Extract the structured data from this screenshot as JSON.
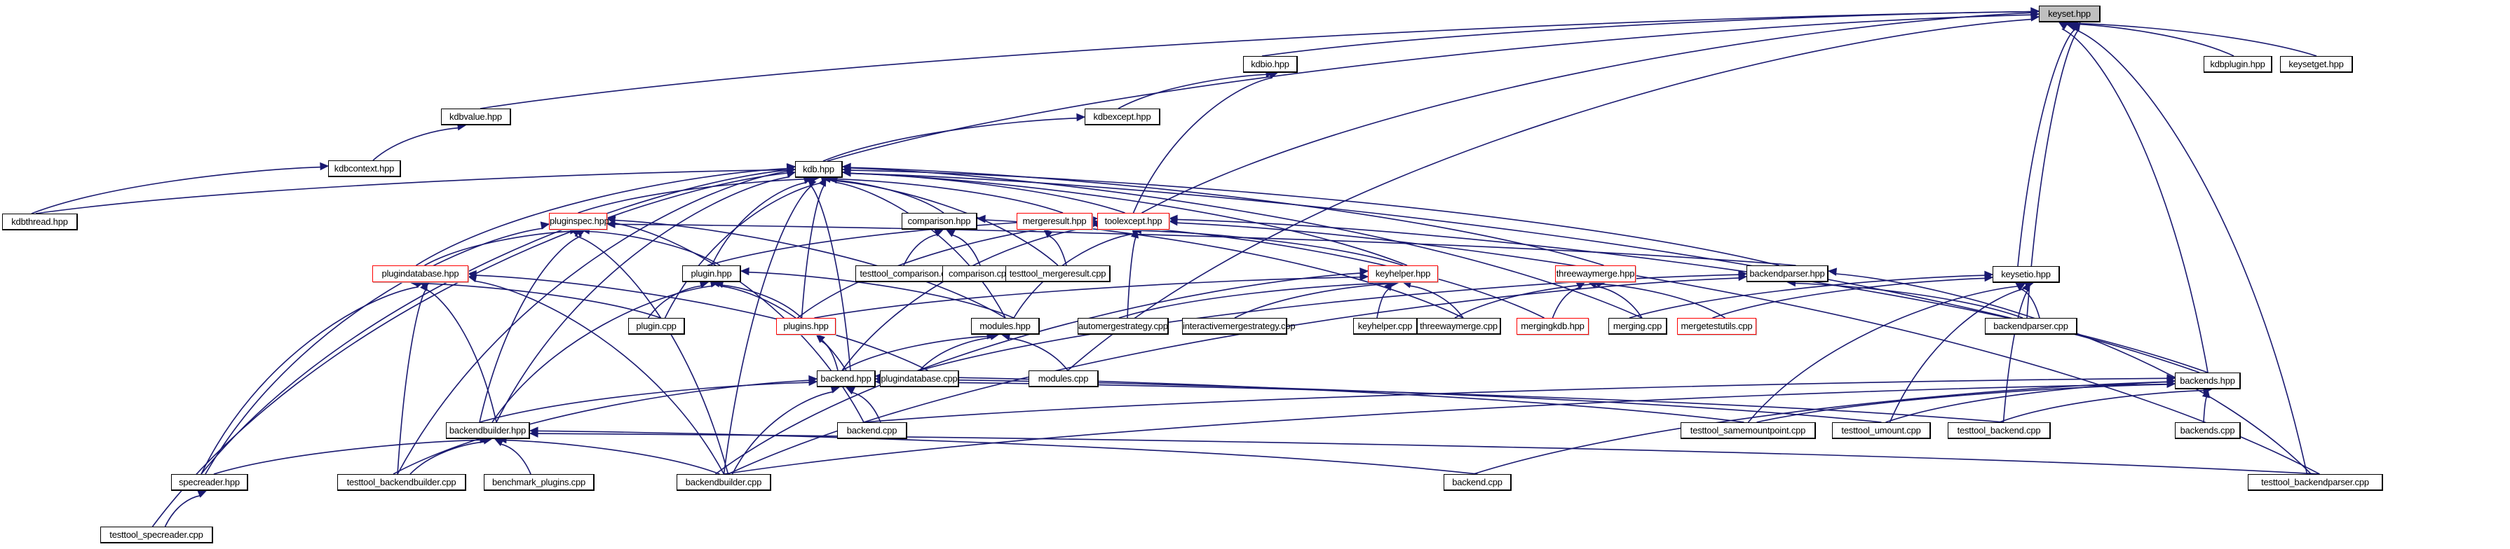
{
  "graph": {
    "title": "keyset.hpp",
    "kind": "include dependency graph (included-by)",
    "colors": {
      "edge": "#191970",
      "root_fill": "#bfbfbf",
      "truncated_border": "#ff0000",
      "normal_border": "#000000"
    },
    "nodes": [
      {
        "id": "keyset_hpp",
        "label": "keyset.hpp",
        "root": true
      },
      {
        "id": "kdbio_hpp",
        "label": "kdbio.hpp"
      },
      {
        "id": "kdbplugin_hpp",
        "label": "kdbplugin.hpp"
      },
      {
        "id": "keysetget_hpp",
        "label": "keysetget.hpp"
      },
      {
        "id": "kdbvalue_hpp",
        "label": "kdbvalue.hpp"
      },
      {
        "id": "kdbexcept_hpp",
        "label": "kdbexcept.hpp"
      },
      {
        "id": "kdbcontext_hpp",
        "label": "kdbcontext.hpp"
      },
      {
        "id": "kdb_hpp",
        "label": "kdb.hpp"
      },
      {
        "id": "kdbthread_hpp",
        "label": "kdbthread.hpp"
      },
      {
        "id": "pluginspec_hpp",
        "label": "pluginspec.hpp",
        "truncated": true
      },
      {
        "id": "comparison_hpp",
        "label": "comparison.hpp"
      },
      {
        "id": "mergeresult_hpp",
        "label": "mergeresult.hpp",
        "truncated": true
      },
      {
        "id": "toolexcept_hpp",
        "label": "toolexcept.hpp",
        "truncated": true
      },
      {
        "id": "plugindatabase_hpp",
        "label": "plugindatabase.hpp",
        "truncated": true
      },
      {
        "id": "plugin_hpp",
        "label": "plugin.hpp"
      },
      {
        "id": "testtool_comparison_cpp",
        "label": "testtool_comparison.cpp"
      },
      {
        "id": "comparison_cpp",
        "label": "comparison.cpp"
      },
      {
        "id": "testtool_mergeresult_cpp",
        "label": "testtool_mergeresult.cpp"
      },
      {
        "id": "keyhelper_hpp",
        "label": "keyhelper.hpp",
        "truncated": true
      },
      {
        "id": "threewaymerge_hpp",
        "label": "threewaymerge.hpp",
        "truncated": true
      },
      {
        "id": "backendparser_hpp",
        "label": "backendparser.hpp"
      },
      {
        "id": "keysetio_hpp",
        "label": "keysetio.hpp"
      },
      {
        "id": "plugin_cpp",
        "label": "plugin.cpp"
      },
      {
        "id": "plugins_hpp",
        "label": "plugins.hpp",
        "truncated": true
      },
      {
        "id": "modules_hpp",
        "label": "modules.hpp"
      },
      {
        "id": "automergestrategy_cpp",
        "label": "automergestrategy.cpp"
      },
      {
        "id": "interactivemergestrategy_cpp",
        "label": "interactivemergestrategy.cpp"
      },
      {
        "id": "keyhelper_cpp",
        "label": "keyhelper.cpp"
      },
      {
        "id": "threewaymerge_cpp",
        "label": "threewaymerge.cpp"
      },
      {
        "id": "mergingkdb_hpp",
        "label": "mergingkdb.hpp",
        "truncated": true
      },
      {
        "id": "merging_cpp",
        "label": "merging.cpp"
      },
      {
        "id": "mergetestutils_cpp",
        "label": "mergetestutils.cpp",
        "truncated": true
      },
      {
        "id": "backendparser_cpp",
        "label": "backendparser.cpp"
      },
      {
        "id": "backend_hpp",
        "label": "backend.hpp"
      },
      {
        "id": "plugindatabase_cpp",
        "label": "plugindatabase.cpp"
      },
      {
        "id": "modules_cpp",
        "label": "modules.cpp"
      },
      {
        "id": "backends_hpp",
        "label": "backends.hpp"
      },
      {
        "id": "backendbuilder_hpp",
        "label": "backendbuilder.hpp"
      },
      {
        "id": "backend_cpp_1",
        "label": "backend.cpp"
      },
      {
        "id": "testtool_samemountpoint_cpp",
        "label": "testtool_samemountpoint.cpp"
      },
      {
        "id": "testtool_umount_cpp",
        "label": "testtool_umount.cpp"
      },
      {
        "id": "testtool_backend_cpp",
        "label": "testtool_backend.cpp"
      },
      {
        "id": "backends_cpp",
        "label": "backends.cpp"
      },
      {
        "id": "specreader_hpp",
        "label": "specreader.hpp"
      },
      {
        "id": "testtool_backendbuilder_cpp",
        "label": "testtool_backendbuilder.cpp"
      },
      {
        "id": "benchmark_plugins_cpp",
        "label": "benchmark_plugins.cpp"
      },
      {
        "id": "backendbuilder_cpp",
        "label": "backendbuilder.cpp"
      },
      {
        "id": "backend_cpp_2",
        "label": "backend.cpp"
      },
      {
        "id": "testtool_backendparser_cpp",
        "label": "testtool_backendparser.cpp"
      },
      {
        "id": "testtool_specreader_cpp",
        "label": "testtool_specreader.cpp"
      }
    ],
    "edges": [
      [
        "kdbio_hpp",
        "keyset_hpp"
      ],
      [
        "kdbplugin_hpp",
        "keyset_hpp"
      ],
      [
        "keysetget_hpp",
        "keyset_hpp"
      ],
      [
        "kdbvalue_hpp",
        "keyset_hpp"
      ],
      [
        "kdb_hpp",
        "keyset_hpp"
      ],
      [
        "keysetio_hpp",
        "keyset_hpp"
      ],
      [
        "backendparser_cpp",
        "keyset_hpp"
      ],
      [
        "backends_hpp",
        "keyset_hpp"
      ],
      [
        "modules_cpp",
        "keyset_hpp"
      ],
      [
        "toolexcept_hpp",
        "keyset_hpp"
      ],
      [
        "testtool_backendparser_cpp",
        "keyset_hpp"
      ],
      [
        "kdbexcept_hpp",
        "kdbio_hpp"
      ],
      [
        "toolexcept_hpp",
        "kdbio_hpp"
      ],
      [
        "kdb_hpp",
        "kdbexcept_hpp"
      ],
      [
        "kdbcontext_hpp",
        "kdbvalue_hpp"
      ],
      [
        "kdbthread_hpp",
        "kdbcontext_hpp"
      ],
      [
        "kdbthread_hpp",
        "kdb_hpp"
      ],
      [
        "pluginspec_hpp",
        "kdb_hpp"
      ],
      [
        "comparison_hpp",
        "kdb_hpp"
      ],
      [
        "mergeresult_hpp",
        "kdb_hpp"
      ],
      [
        "toolexcept_hpp",
        "kdb_hpp"
      ],
      [
        "plugindatabase_hpp",
        "kdb_hpp"
      ],
      [
        "plugin_hpp",
        "kdb_hpp"
      ],
      [
        "keyhelper_hpp",
        "kdb_hpp"
      ],
      [
        "threewaymerge_hpp",
        "kdb_hpp"
      ],
      [
        "backendparser_hpp",
        "kdb_hpp"
      ],
      [
        "plugins_hpp",
        "kdb_hpp"
      ],
      [
        "modules_hpp",
        "kdb_hpp"
      ],
      [
        "backend_hpp",
        "kdb_hpp"
      ],
      [
        "backendbuilder_hpp",
        "kdb_hpp"
      ],
      [
        "specreader_hpp",
        "kdb_hpp"
      ],
      [
        "testtool_specreader_cpp",
        "kdb_hpp"
      ],
      [
        "testtool_mergeresult_cpp",
        "kdb_hpp"
      ],
      [
        "merging_cpp",
        "kdb_hpp"
      ],
      [
        "plugin_cpp",
        "kdb_hpp"
      ],
      [
        "backends_hpp",
        "kdb_hpp"
      ],
      [
        "testtool_backendbuilder_cpp",
        "kdb_hpp"
      ],
      [
        "backendbuilder_cpp",
        "kdb_hpp"
      ],
      [
        "plugindatabase_hpp",
        "pluginspec_hpp"
      ],
      [
        "plugin_hpp",
        "pluginspec_hpp"
      ],
      [
        "backendbuilder_hpp",
        "pluginspec_hpp"
      ],
      [
        "specreader_hpp",
        "pluginspec_hpp"
      ],
      [
        "modules_hpp",
        "pluginspec_hpp"
      ],
      [
        "backendbuilder_cpp",
        "pluginspec_hpp"
      ],
      [
        "backendparser_hpp",
        "pluginspec_hpp"
      ],
      [
        "backend_cpp_1",
        "pluginspec_hpp"
      ],
      [
        "testtool_comparison_cpp",
        "comparison_hpp"
      ],
      [
        "comparison_cpp",
        "comparison_hpp"
      ],
      [
        "threewaymerge_cpp",
        "comparison_hpp"
      ],
      [
        "testtool_mergeresult_cpp",
        "mergeresult_hpp"
      ],
      [
        "mergingkdb_hpp",
        "mergeresult_hpp"
      ],
      [
        "plugin_hpp",
        "toolexcept_hpp"
      ],
      [
        "keyhelper_hpp",
        "toolexcept_hpp"
      ],
      [
        "automergestrategy_cpp",
        "toolexcept_hpp"
      ],
      [
        "modules_hpp",
        "toolexcept_hpp"
      ],
      [
        "plugins_hpp",
        "toolexcept_hpp"
      ],
      [
        "backend_hpp",
        "toolexcept_hpp"
      ],
      [
        "backends_hpp",
        "toolexcept_hpp"
      ],
      [
        "testtool_backendparser_cpp",
        "toolexcept_hpp"
      ],
      [
        "backendbuilder_hpp",
        "plugindatabase_hpp"
      ],
      [
        "specreader_hpp",
        "plugindatabase_hpp"
      ],
      [
        "testtool_backendbuilder_cpp",
        "plugindatabase_hpp"
      ],
      [
        "backendbuilder_cpp",
        "plugindatabase_hpp"
      ],
      [
        "plugin_cpp",
        "plugindatabase_hpp"
      ],
      [
        "plugindatabase_cpp",
        "plugindatabase_hpp"
      ],
      [
        "plugin_cpp",
        "plugin_hpp"
      ],
      [
        "plugins_hpp",
        "plugin_hpp"
      ],
      [
        "backend_hpp",
        "plugin_hpp"
      ],
      [
        "backendbuilder_hpp",
        "plugin_hpp"
      ],
      [
        "modules_hpp",
        "plugin_hpp"
      ],
      [
        "keyhelper_cpp",
        "keyhelper_hpp"
      ],
      [
        "automergestrategy_cpp",
        "keyhelper_hpp"
      ],
      [
        "interactivemergestrategy_cpp",
        "keyhelper_hpp"
      ],
      [
        "threewaymerge_cpp",
        "keyhelper_hpp"
      ],
      [
        "plugins_hpp",
        "keyhelper_hpp"
      ],
      [
        "backendbuilder_cpp",
        "keyhelper_hpp"
      ],
      [
        "threewaymerge_cpp",
        "threewaymerge_hpp"
      ],
      [
        "mergingkdb_hpp",
        "threewaymerge_hpp"
      ],
      [
        "merging_cpp",
        "threewaymerge_hpp"
      ],
      [
        "mergetestutils_cpp",
        "threewaymerge_hpp"
      ],
      [
        "backendparser_cpp",
        "backendparser_hpp"
      ],
      [
        "testtool_backendparser_cpp",
        "backendparser_hpp"
      ],
      [
        "plugindatabase_cpp",
        "backendparser_hpp"
      ],
      [
        "backendbuilder_cpp",
        "backendparser_hpp"
      ],
      [
        "backendparser_cpp",
        "keysetio_hpp"
      ],
      [
        "merging_cpp",
        "keysetio_hpp"
      ],
      [
        "mergetestutils_cpp",
        "keysetio_hpp"
      ],
      [
        "testtool_samemountpoint_cpp",
        "keysetio_hpp"
      ],
      [
        "testtool_backend_cpp",
        "keysetio_hpp"
      ],
      [
        "testtool_umount_cpp",
        "keysetio_hpp"
      ],
      [
        "backend_hpp",
        "plugins_hpp"
      ],
      [
        "backend_hpp",
        "modules_hpp"
      ],
      [
        "plugindatabase_cpp",
        "modules_hpp"
      ],
      [
        "modules_cpp",
        "modules_hpp"
      ],
      [
        "backend_cpp_1",
        "backend_hpp"
      ],
      [
        "backendbuilder_hpp",
        "backend_hpp"
      ],
      [
        "testtool_samemountpoint_cpp",
        "backend_hpp"
      ],
      [
        "testtool_umount_cpp",
        "backend_hpp"
      ],
      [
        "testtool_backend_cpp",
        "backend_hpp"
      ],
      [
        "backendbuilder_cpp",
        "backend_hpp"
      ],
      [
        "testtool_backendbuilder_cpp",
        "backend_hpp"
      ],
      [
        "backends_cpp",
        "backends_hpp"
      ],
      [
        "testtool_backend_cpp",
        "backends_hpp"
      ],
      [
        "testtool_umount_cpp",
        "backends_hpp"
      ],
      [
        "testtool_samemountpoint_cpp",
        "backends_hpp"
      ],
      [
        "backend_cpp_1",
        "backends_hpp"
      ],
      [
        "backend_cpp_2",
        "backends_hpp"
      ],
      [
        "backendbuilder_cpp",
        "backends_hpp"
      ],
      [
        "specreader_hpp",
        "backendbuilder_hpp"
      ],
      [
        "testtool_backendbuilder_cpp",
        "backendbuilder_hpp"
      ],
      [
        "benchmark_plugins_cpp",
        "backendbuilder_hpp"
      ],
      [
        "backendbuilder_cpp",
        "backendbuilder_hpp"
      ],
      [
        "backend_cpp_2",
        "backendbuilder_hpp"
      ],
      [
        "testtool_backendparser_cpp",
        "backendbuilder_hpp"
      ],
      [
        "testtool_specreader_cpp",
        "specreader_hpp"
      ]
    ]
  }
}
